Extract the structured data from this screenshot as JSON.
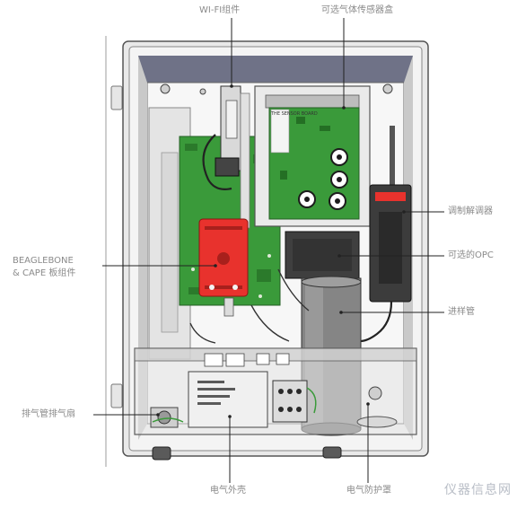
{
  "labels": {
    "wifi": "WI-FI组件",
    "gas_sensor": "可选气体传感器盒",
    "modem": "调制解调器",
    "beaglebone_line1": "BEAGLEBONE",
    "beaglebone_line2": "& CAPE 板组件",
    "opc": "可选的OPC",
    "inlet": "进样管",
    "exhaust": "排气管排气扇",
    "electrical_housing": "电气外壳",
    "electrical_cover": "电气防护罩"
  },
  "sensor_board_text": "THE SENSOR BOARD",
  "watermark": "仪器信息网",
  "colors": {
    "enclosure_frame": "#d8d8d8",
    "inner_back": "#6f7287",
    "pcb_green": "#3a9a3a",
    "pcb_red": "#e8322d",
    "device_dark": "#3c3c3c",
    "callout_text": "#8a8a8a",
    "leader_line": "#222222"
  }
}
